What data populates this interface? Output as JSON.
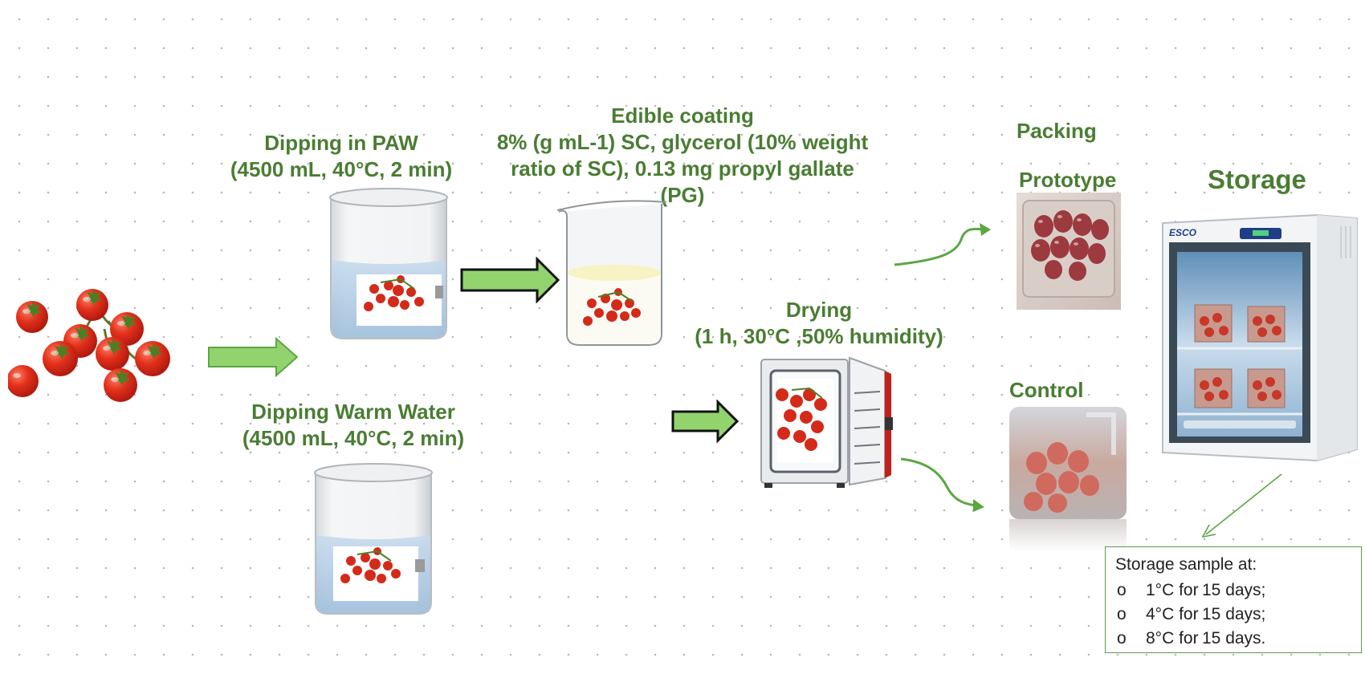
{
  "labels": {
    "paw_title": "Dipping in PAW",
    "paw_params": "(4500 mL, 40°C, 2 min)",
    "warm_title": "Dipping Warm Water",
    "warm_params": "(4500 mL, 40°C, 2 min)",
    "coating_title": "Edible coating",
    "coating_line1": "8% (g mL-1) SC, glycerol (10% weight",
    "coating_line2": "ratio of SC), 0.13 mg propyl gallate",
    "coating_line3": "(PG)",
    "drying_title": "Drying",
    "drying_params": "(1 h, 30°C ,50% humidity)",
    "packing": "Packing",
    "prototype": "Prototype",
    "control": "Control",
    "storage": "Storage"
  },
  "device": {
    "brand": "ESCO"
  },
  "storage_box": {
    "title": "Storage sample at:",
    "bullet": "o",
    "items": [
      {
        "temp": "1°C for",
        "duration": "15 days;"
      },
      {
        "temp": "4°C for",
        "duration": "15 days;"
      },
      {
        "temp": "8°C for",
        "duration": "15 days."
      }
    ]
  },
  "colors": {
    "label_green": "#4a7d33",
    "arrow_fill": "#92d36e",
    "curve_green": "#5aa743",
    "tomato_red": "#d42a1a"
  }
}
